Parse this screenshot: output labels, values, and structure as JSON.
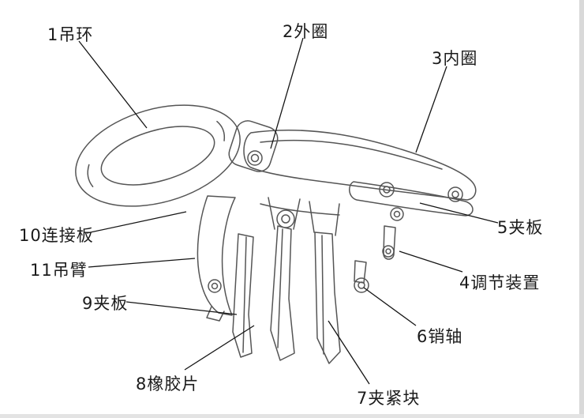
{
  "diagram": {
    "labels": [
      {
        "text": "1吊环"
      },
      {
        "text": "2外圈"
      },
      {
        "text": "3内圈"
      },
      {
        "text": "4调节装置"
      },
      {
        "text": "5夹板"
      },
      {
        "text": "6销轴"
      },
      {
        "text": "7夹紧块"
      },
      {
        "text": "8橡胶片"
      },
      {
        "text": "9夹板"
      },
      {
        "text": "10连接板"
      },
      {
        "text": "11吊臂"
      }
    ]
  }
}
